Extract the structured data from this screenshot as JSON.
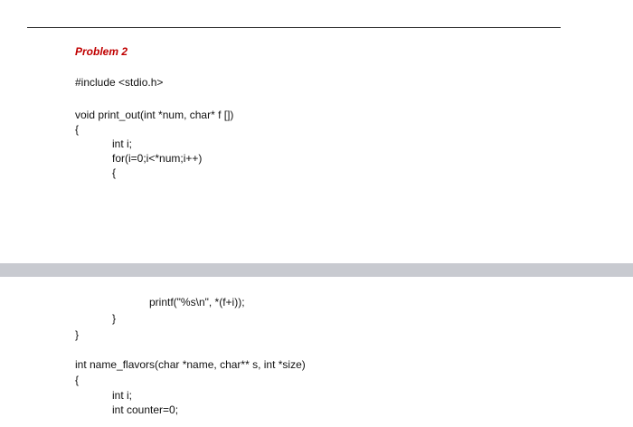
{
  "document": {
    "heading": "Problem 2",
    "section1": [
      "#include <stdio.h>",
      "void print_out(int *num, char* f [])",
      "{",
      "int i;",
      "for(i=0;i<*num;i++)",
      "{"
    ],
    "section2": [
      "printf(\"%s\\n\", *(f+i));",
      "}",
      "}",
      "int name_flavors(char *name, char** s, int *size)",
      "{",
      "int i;",
      "int counter=0;"
    ]
  },
  "colors": {
    "heading": "#c00000",
    "band": "#c8cad0",
    "text": "#111111"
  }
}
